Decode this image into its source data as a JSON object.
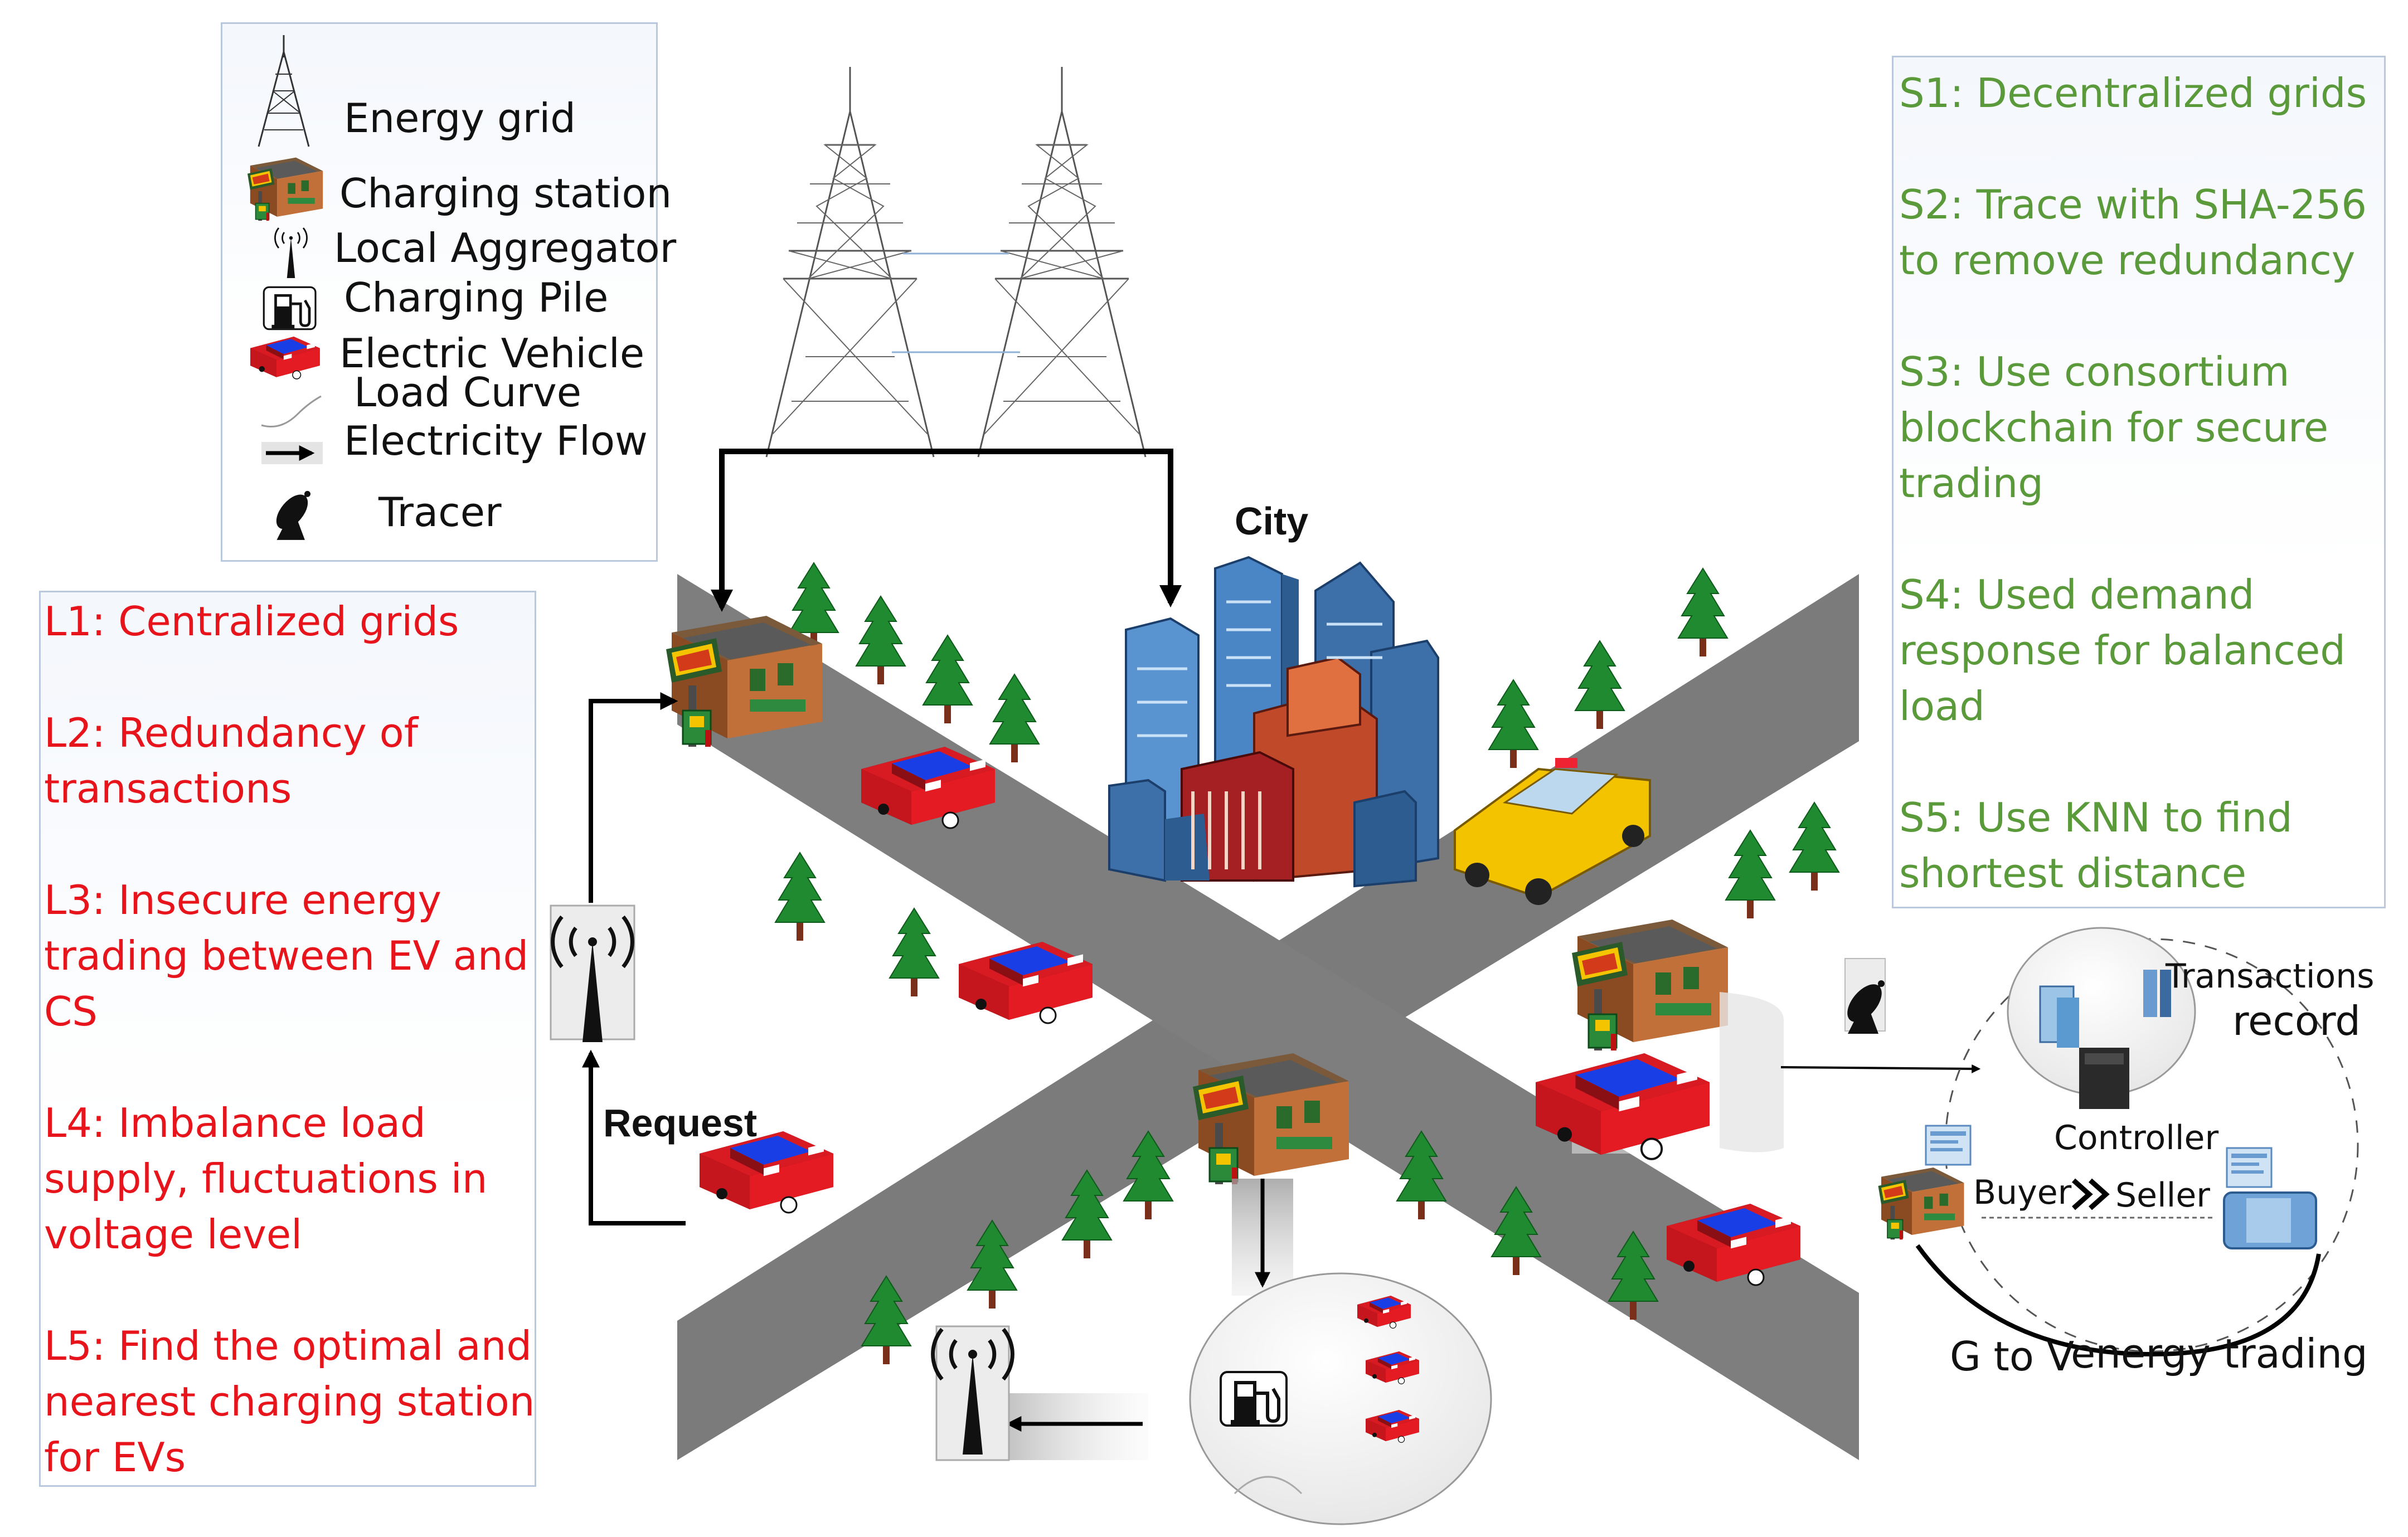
{
  "legend": {
    "energy_grid": "Energy grid",
    "charging_station": "Charging station",
    "local_aggregator": "Local Aggregator",
    "charging_pile": "Charging Pile",
    "electric_vehicle": "Electric Vehicle",
    "load_curve": "Load Curve",
    "electricity_flow": "Electricity Flow",
    "tracer": "Tracer"
  },
  "limitations": [
    [
      "L1: Centralized grids"
    ],
    [
      "L2: Redundancy of",
      "transactions"
    ],
    [
      "L3: Insecure energy",
      "trading between EV and",
      "CS"
    ],
    [
      "L4: Imbalance load",
      "supply, fluctuations in",
      "voltage level"
    ],
    [
      "L5: Find the optimal and",
      "nearest charging station",
      "for EVs"
    ]
  ],
  "solutions": [
    [
      "S1: Decentralized grids"
    ],
    [
      "S2: Trace with SHA-256",
      "to remove redundancy"
    ],
    [
      "S3: Use consortium",
      "blockchain for secure",
      "trading"
    ],
    [
      "S4: Used demand",
      "response for balanced",
      "load"
    ],
    [
      "S5: Use KNN to find",
      "shortest distance"
    ]
  ],
  "city_label": "City",
  "request_label": "Request",
  "trading": {
    "transactions": "Transactions",
    "record": "record",
    "controller": "Controller",
    "buyer": "Buyer",
    "seller": "Seller",
    "g_to_v": "G to V",
    "energy_trading": "energy trading"
  },
  "colors": {
    "limitations": "#e8141b",
    "solutions": "#5b9a3a",
    "road": "#7b7b7b",
    "vehicle_body": "#e51b23",
    "vehicle_roof": "#1a3ee6",
    "vehicle_dark": "#7a0f12",
    "taxi": "#f3c300",
    "tree": "#1f8a2f",
    "building_blue": "#3d6fa8",
    "building_red": "#a52022"
  }
}
